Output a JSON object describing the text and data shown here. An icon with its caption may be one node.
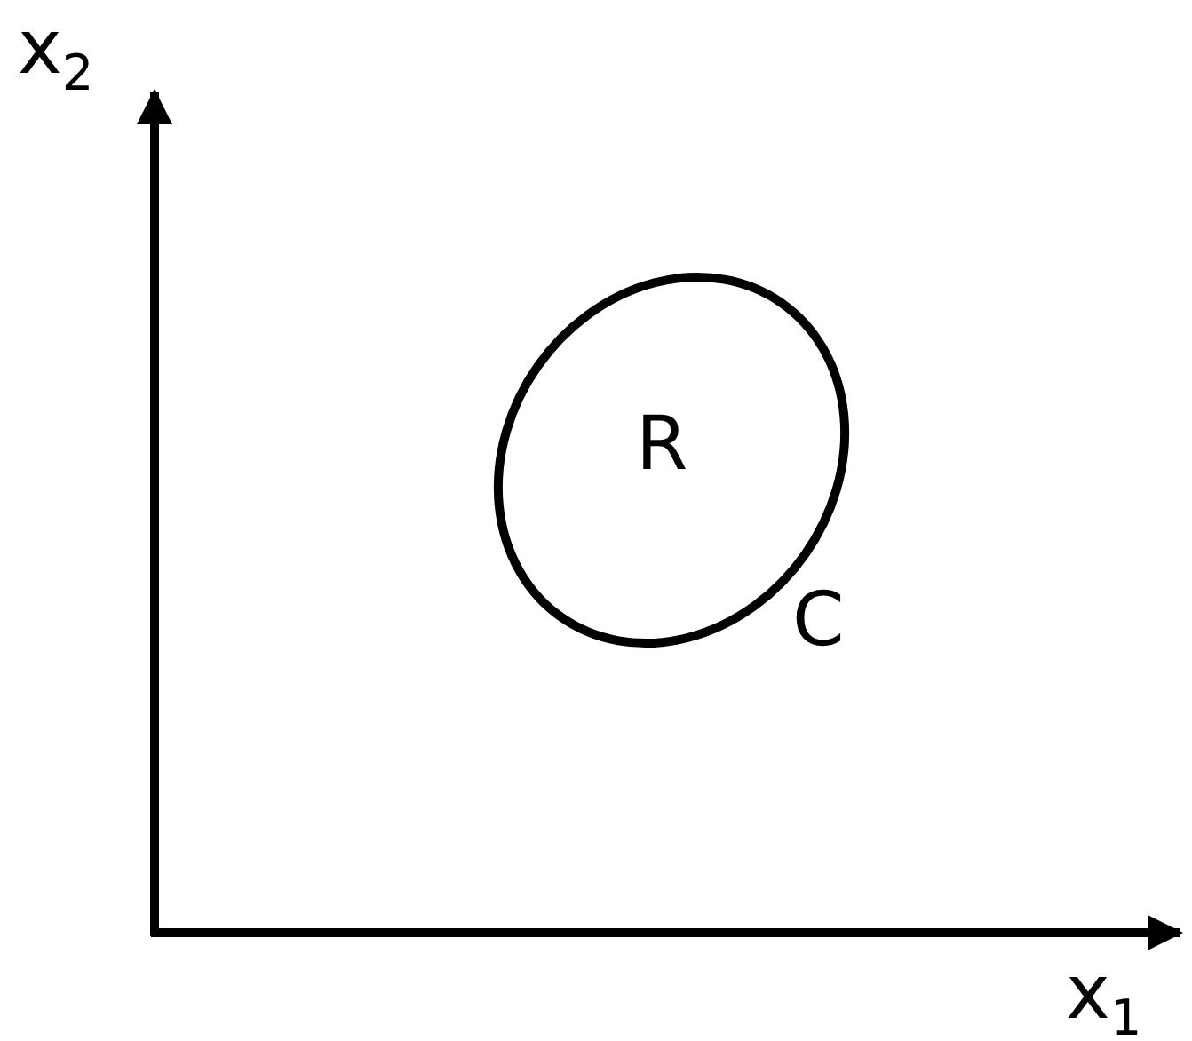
{
  "diagram": {
    "nodes": [
      {
        "text": [
          "R"
        ],
        "beside": [
          "C"
        ]
      }
    ],
    "edges": [],
    "labels": [
      "x$_{2}$",
      "x$_{1}$"
    ]
  }
}
